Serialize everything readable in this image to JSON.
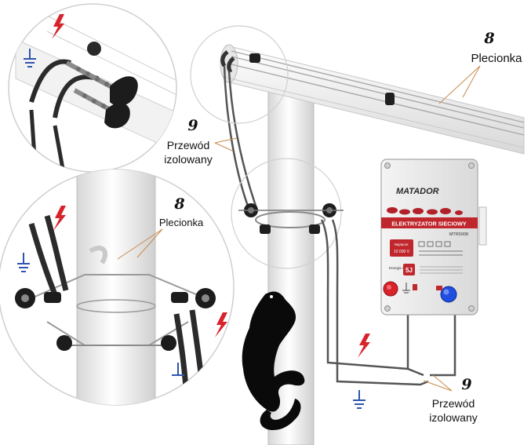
{
  "labels": {
    "top_right": {
      "number": "8",
      "text": "Plecionka"
    },
    "mid_left": {
      "number": "9",
      "line1": "Przewód",
      "line2": "izolowany"
    },
    "inset_bottom": {
      "number": "8",
      "text": "Plecionka"
    },
    "bottom_right": {
      "number": "9",
      "line1": "Przewód",
      "line2": "izolowany"
    }
  },
  "energizer": {
    "brand": "MATADOR",
    "title": "ELEKTRYZATOR SIECIOWY",
    "model": "MTR5008",
    "voltage_label": "Napięcie:",
    "voltage_value": "10 000 V",
    "energy_label": "Energia impulsu",
    "energy_value": "5J"
  },
  "icons": [
    "ground-icon",
    "lightning-icon"
  ],
  "colors": {
    "lightning": "#d8232a",
    "device_red": "#c0272d",
    "terminal_blue": "#1f4ee0",
    "ground": "#2f55b0"
  }
}
